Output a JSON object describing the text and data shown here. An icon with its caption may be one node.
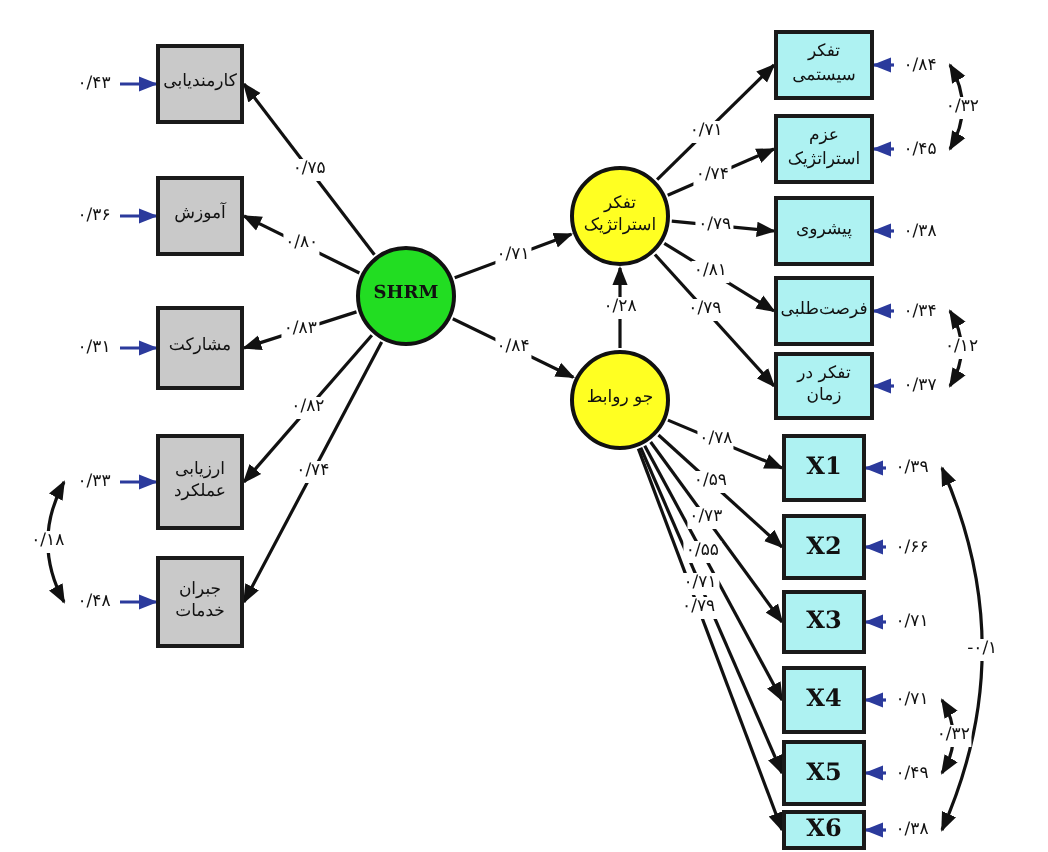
{
  "diagram": {
    "nodes": [
      {
        "text": [
          "کارمندیابی"
        ]
      },
      {
        "text": [
          "آموزش"
        ]
      },
      {
        "text": [
          "مشارکت"
        ]
      },
      {
        "text": [
          "ارزیابی عملکرد"
        ]
      },
      {
        "text": [
          "جبران خدمات"
        ]
      },
      {
        "text": [
          "۰/۴۳"
        ]
      },
      {
        "text": [
          "۰/۳۶"
        ]
      },
      {
        "text": [
          "۰/۳۱"
        ]
      },
      {
        "text": [
          "۰/۳۳"
        ]
      },
      {
        "text": [
          "۰/۴۸"
        ]
      },
      {
        "text": [
          "SHRM"
        ]
      },
      {
        "text": [
          "تفکر استراتژیک"
        ]
      },
      {
        "text": [
          "جو روابط"
        ]
      },
      {
        "text": [
          "تفکر سیستمی"
        ]
      },
      {
        "text": [
          "عزم استراتژیک"
        ]
      },
      {
        "text": [
          "پیشروی"
        ]
      },
      {
        "text": [
          "فرصت‌طلبی"
        ]
      },
      {
        "text": [
          "تفکر در زمان"
        ]
      },
      {
        "text": [
          "X1"
        ]
      },
      {
        "text": [
          "X2"
        ]
      },
      {
        "text": [
          "X3"
        ]
      },
      {
        "text": [
          "X4"
        ]
      },
      {
        "text": [
          "X5"
        ]
      },
      {
        "text": [
          "X6"
        ]
      },
      {
        "text": [
          "۰/۸۴"
        ]
      },
      {
        "text": [
          "۰/۴۵"
        ]
      },
      {
        "text": [
          "۰/۳۸"
        ]
      },
      {
        "text": [
          "۰/۳۴"
        ]
      },
      {
        "text": [
          "۰/۳۷"
        ]
      },
      {
        "text": [
          "۰/۳۹"
        ]
      },
      {
        "text": [
          "۰/۶۶"
        ]
      },
      {
        "text": [
          "۰/۷۱"
        ]
      },
      {
        "text": [
          "۰/۷۱"
        ]
      },
      {
        "text": [
          "۰/۴۹"
        ]
      },
      {
        "text": [
          "۰/۳۸"
        ]
      }
    ],
    "edges": [
      {
        "from": 10,
        "to": 0,
        "arrow": "to",
        "label": "۰/۷۵"
      },
      {
        "from": 10,
        "to": 1,
        "arrow": "to",
        "label": "۰/۸۰"
      },
      {
        "from": 10,
        "to": 2,
        "arrow": "to",
        "label": "۰/۸۳"
      },
      {
        "from": 10,
        "to": 3,
        "arrow": "to",
        "label": "۰/۸۲"
      },
      {
        "from": 10,
        "to": 4,
        "arrow": "to",
        "label": "۰/۷۴"
      },
      {
        "from": 5,
        "to": 0,
        "arrow": "to",
        "color": "#2b3a9c"
      },
      {
        "from": 6,
        "to": 1,
        "arrow": "to",
        "color": "#2b3a9c"
      },
      {
        "from": 7,
        "to": 2,
        "arrow": "to",
        "color": "#2b3a9c"
      },
      {
        "from": 8,
        "to": 3,
        "arrow": "to",
        "color": "#2b3a9c"
      },
      {
        "from": 9,
        "to": 4,
        "arrow": "to",
        "color": "#2b3a9c"
      },
      {
        "from": 8,
        "to": 9,
        "arrow": "both",
        "label": "۰/۱۸"
      },
      {
        "from": 10,
        "to": 11,
        "arrow": "to",
        "label": "۰/۷۱"
      },
      {
        "from": 10,
        "to": 12,
        "arrow": "to",
        "label": "۰/۸۴"
      },
      {
        "from": 12,
        "to": 11,
        "arrow": "to",
        "label": "۰/۲۸"
      },
      {
        "from": 11,
        "to": 13,
        "arrow": "to",
        "label": "۰/۷۱"
      },
      {
        "from": 11,
        "to": 14,
        "arrow": "to",
        "label": "۰/۷۴"
      },
      {
        "from": 11,
        "to": 15,
        "arrow": "to",
        "label": "۰/۷۹"
      },
      {
        "from": 11,
        "to": 16,
        "arrow": "to",
        "label": "۰/۸۱"
      },
      {
        "from": 11,
        "to": 17,
        "arrow": "to",
        "label": "۰/۷۹"
      },
      {
        "from": 12,
        "to": 18,
        "arrow": "to",
        "label": "۰/۷۸"
      },
      {
        "from": 12,
        "to": 19,
        "arrow": "to",
        "label": "۰/۵۹"
      },
      {
        "from": 12,
        "to": 20,
        "arrow": "to",
        "label": "۰/۷۳"
      },
      {
        "from": 12,
        "to": 21,
        "arrow": "to",
        "label": "۰/۵۵"
      },
      {
        "from": 12,
        "to": 22,
        "arrow": "to",
        "label": "۰/۷۱"
      },
      {
        "from": 12,
        "to": 23,
        "arrow": "to",
        "label": "۰/۷۹"
      },
      {
        "from": 24,
        "to": 13,
        "arrow": "to",
        "color": "#2b3a9c"
      },
      {
        "from": 25,
        "to": 14,
        "arrow": "to",
        "color": "#2b3a9c"
      },
      {
        "from": 26,
        "to": 15,
        "arrow": "to",
        "color": "#2b3a9c"
      },
      {
        "from": 27,
        "to": 16,
        "arrow": "to",
        "color": "#2b3a9c"
      },
      {
        "from": 28,
        "to": 17,
        "arrow": "to",
        "color": "#2b3a9c"
      },
      {
        "from": 29,
        "to": 18,
        "arrow": "to",
        "color": "#2b3a9c"
      },
      {
        "from": 30,
        "to": 19,
        "arrow": "to",
        "color": "#2b3a9c"
      },
      {
        "from": 31,
        "to": 20,
        "arrow": "to",
        "color": "#2b3a9c"
      },
      {
        "from": 32,
        "to": 21,
        "arrow": "to",
        "color": "#2b3a9c"
      },
      {
        "from": 33,
        "to": 22,
        "arrow": "to",
        "color": "#2b3a9c"
      },
      {
        "from": 34,
        "to": 23,
        "arrow": "to",
        "color": "#2b3a9c"
      },
      {
        "from": 24,
        "to": 25,
        "arrow": "both",
        "label": "۰/۳۲"
      },
      {
        "from": 27,
        "to": 28,
        "arrow": "both",
        "label": "۰/۱۲"
      },
      {
        "from": 32,
        "to": 33,
        "arrow": "both",
        "label": "۰/۳۲"
      },
      {
        "from": 29,
        "to": 34,
        "arrow": "both",
        "label": "-۰/۱"
      }
    ]
  }
}
